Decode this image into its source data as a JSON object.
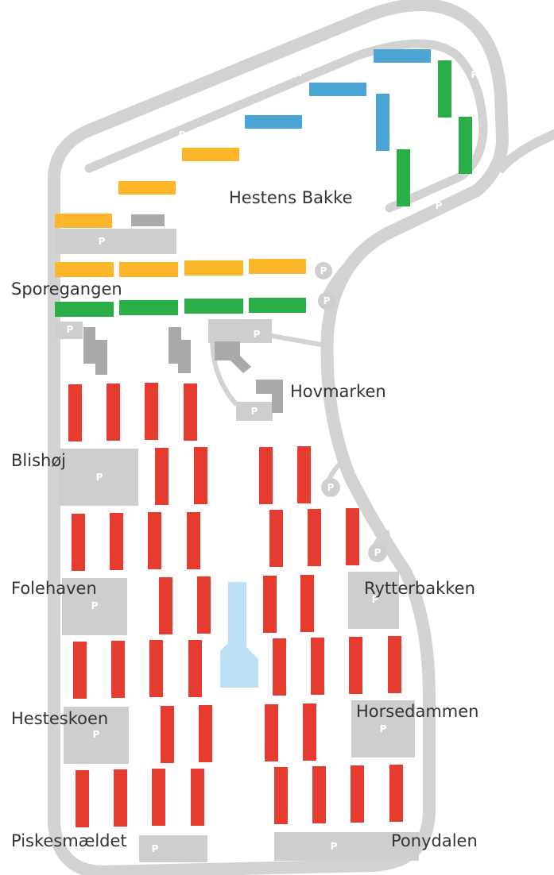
{
  "map": {
    "colors": {
      "road": "#d2d2d2",
      "parking": "#cecece",
      "small_building": "#a9a9a9",
      "yellow": "#fbb62a",
      "blue": "#4aa4d4",
      "green": "#2bad48",
      "red": "#e53c2f",
      "pond": "#bde0f5",
      "label": "#333333"
    },
    "parking_symbol": "P",
    "areas": [
      {
        "id": "hestens-bakke",
        "label": "Hestens Bakke"
      },
      {
        "id": "sporegangen",
        "label": "Sporegangen"
      },
      {
        "id": "hovmarken",
        "label": "Hovmarken"
      },
      {
        "id": "blishoj",
        "label": "Blishøj"
      },
      {
        "id": "folehaven",
        "label": "Folehaven"
      },
      {
        "id": "rytterbakken",
        "label": "Rytterbakken"
      },
      {
        "id": "hesteskoen",
        "label": "Hesteskoen"
      },
      {
        "id": "horsedammen",
        "label": "Horsedammen"
      },
      {
        "id": "piskesmaeldet",
        "label": "Piskesmældet"
      },
      {
        "id": "ponydalen",
        "label": "Ponydalen"
      }
    ]
  }
}
